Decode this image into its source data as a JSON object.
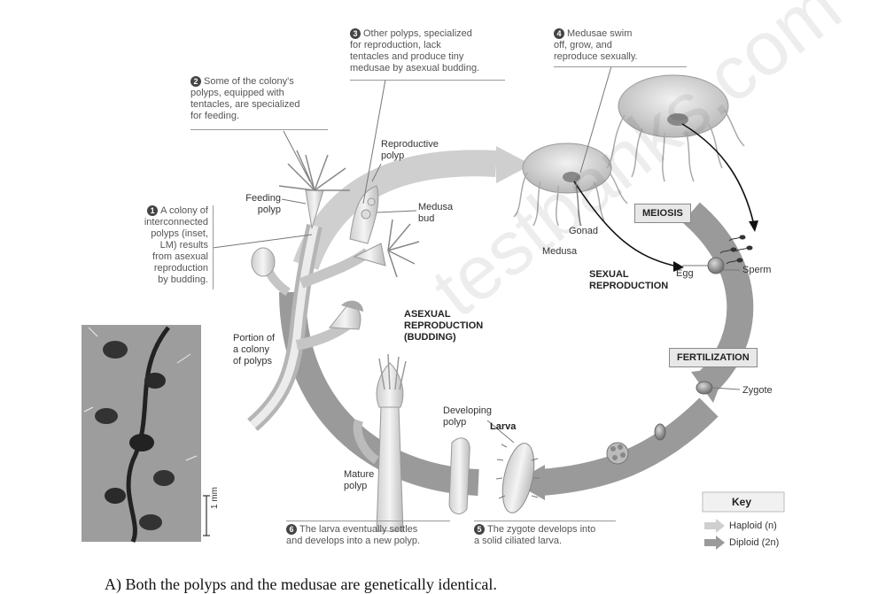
{
  "steps": {
    "s1": {
      "num": "1",
      "lines": [
        "A colony of",
        "interconnected",
        "polyps (inset,",
        "LM) results",
        "from asexual",
        "reproduction",
        "by budding."
      ]
    },
    "s2": {
      "num": "2",
      "lines": [
        "Some of the colony's",
        "polyps, equipped with",
        "tentacles, are specialized",
        "for feeding."
      ]
    },
    "s3": {
      "num": "3",
      "lines": [
        "Other polyps, specialized",
        "for reproduction, lack",
        "tentacles and produce tiny",
        "medusae by asexual budding."
      ]
    },
    "s4": {
      "num": "4",
      "lines": [
        "Medusae swim",
        "off, grow, and",
        "reproduce sexually."
      ]
    },
    "s5": {
      "num": "5",
      "lines": [
        "The zygote develops into",
        "a solid ciliated larva."
      ]
    },
    "s6": {
      "num": "6",
      "lines": [
        "The larva eventually settles",
        "and develops into a new polyp."
      ]
    }
  },
  "labels": {
    "feeding_polyp": [
      "Feeding",
      "polyp"
    ],
    "reproductive_polyp": [
      "Reproductive",
      "polyp"
    ],
    "medusa_bud": [
      "Medusa",
      "bud"
    ],
    "gonad": "Gonad",
    "medusa": "Medusa",
    "egg": "Egg",
    "sperm": "Sperm",
    "zygote": "Zygote",
    "larva": "Larva",
    "developing_polyp": [
      "Developing",
      "polyp"
    ],
    "mature_polyp": [
      "Mature",
      "polyp"
    ],
    "portion_colony": [
      "Portion of",
      "a colony",
      "of polyps"
    ],
    "scale": "1 mm"
  },
  "headings": {
    "asexual": [
      "ASEXUAL",
      "REPRODUCTION",
      "(BUDDING)"
    ],
    "sexual": [
      "SEXUAL",
      "REPRODUCTION"
    ],
    "meiosis": "MEIOSIS",
    "fertilization": "FERTILIZATION"
  },
  "key": {
    "title": "Key",
    "haploid": "Haploid (n)",
    "diploid": "Diploid (2n)",
    "haploid_color": "#cfcfcf",
    "diploid_color": "#9a9a9a"
  },
  "bottom_text": "A) Both the polyps and the medusae are genetically identical.",
  "watermark": "testbanks.com"
}
